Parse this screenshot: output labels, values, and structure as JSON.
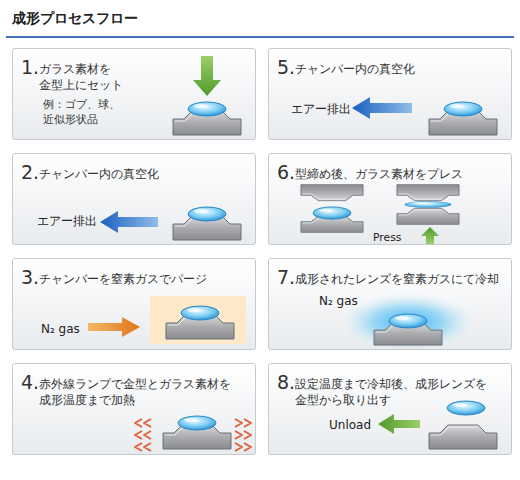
{
  "diagram": {
    "title": "成形プロセスフロー",
    "nodes": [
      {
        "text": [
          "1.",
          "ガラス素材を 金型上にセット",
          "例：ゴブ、球、 近似形状品"
        ]
      },
      {
        "text": [
          "2.",
          "チャンバー内の真空化",
          "エアー排出"
        ]
      },
      {
        "text": [
          "3.",
          "チャンバーを窒素ガスでパージ",
          "N₂ gas"
        ]
      },
      {
        "text": [
          "4.",
          "赤外線ランプで金型とガラス素材を 成形温度まで加熱"
        ]
      },
      {
        "text": [
          "5.",
          "チャンバー内の真空化",
          "エアー排出"
        ]
      },
      {
        "text": [
          "6.",
          "型締め後、ガラス素材をプレス",
          "Press"
        ]
      },
      {
        "text": [
          "7.",
          "成形されたレンズを窒素ガスにて冷却",
          "N₂ gas"
        ]
      },
      {
        "text": [
          "8.",
          "設定温度まで冷却後、成形レンズを 金型から取り出す",
          "Unload"
        ]
      }
    ]
  }
}
